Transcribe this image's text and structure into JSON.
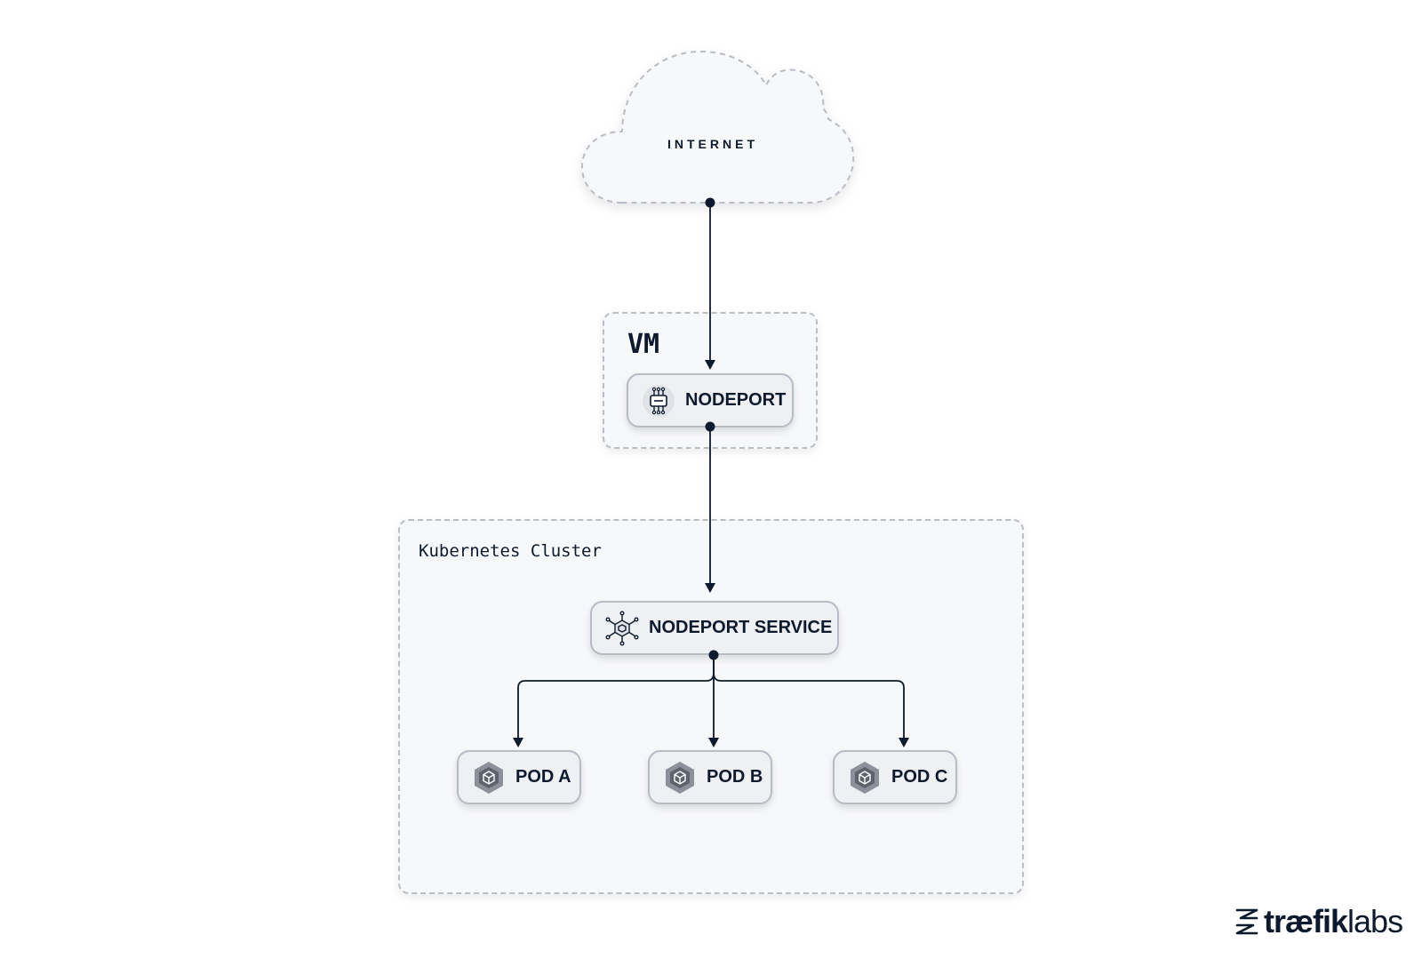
{
  "internet": {
    "label": "INTERNET"
  },
  "vm": {
    "label": "VM"
  },
  "cluster": {
    "label": "Kubernetes Cluster"
  },
  "nodes": {
    "nodeport": "NODEPORT",
    "service": "NODEPORT SERVICE",
    "pod_a": "POD A",
    "pod_b": "POD B",
    "pod_c": "POD C"
  },
  "logo": {
    "text_bold": "træfik",
    "text_light": "labs"
  },
  "colors": {
    "ink": "#0d1a2d",
    "panel_fill": "#f7f8fa",
    "dashed_border": "#b9bdc4",
    "node_fill": "#eef0f3",
    "pod_icon_outer": "#8c9199",
    "pod_icon_inner": "#5d636c"
  },
  "icons": {
    "nodeport": "chip-icon",
    "service": "hexagon-network-icon",
    "pod": "hexagon-cube-icon"
  }
}
